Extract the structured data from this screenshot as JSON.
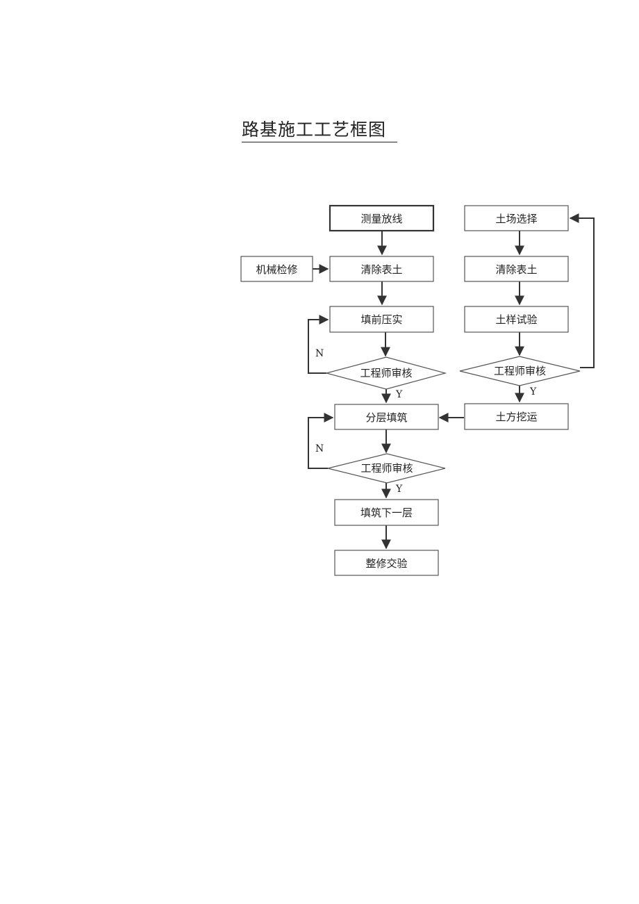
{
  "title": "路基施工工艺框图",
  "nodes": {
    "survey": "测量放线",
    "machine": "机械检修",
    "clear_left": "清除表土",
    "compact": "填前压实",
    "review_left_1": "工程师审核",
    "layer_fill": "分层填筑",
    "review_left_2": "工程师审核",
    "next_layer": "填筑下一层",
    "finish": "整修交验",
    "borrow_select": "土场选择",
    "clear_right": "清除表土",
    "soil_test": "土样试验",
    "review_right": "工程师审核",
    "excavate": "土方挖运"
  },
  "labels": {
    "n1": "N",
    "y1": "Y",
    "n2": "N",
    "y2": "Y",
    "y_right": "Y"
  }
}
